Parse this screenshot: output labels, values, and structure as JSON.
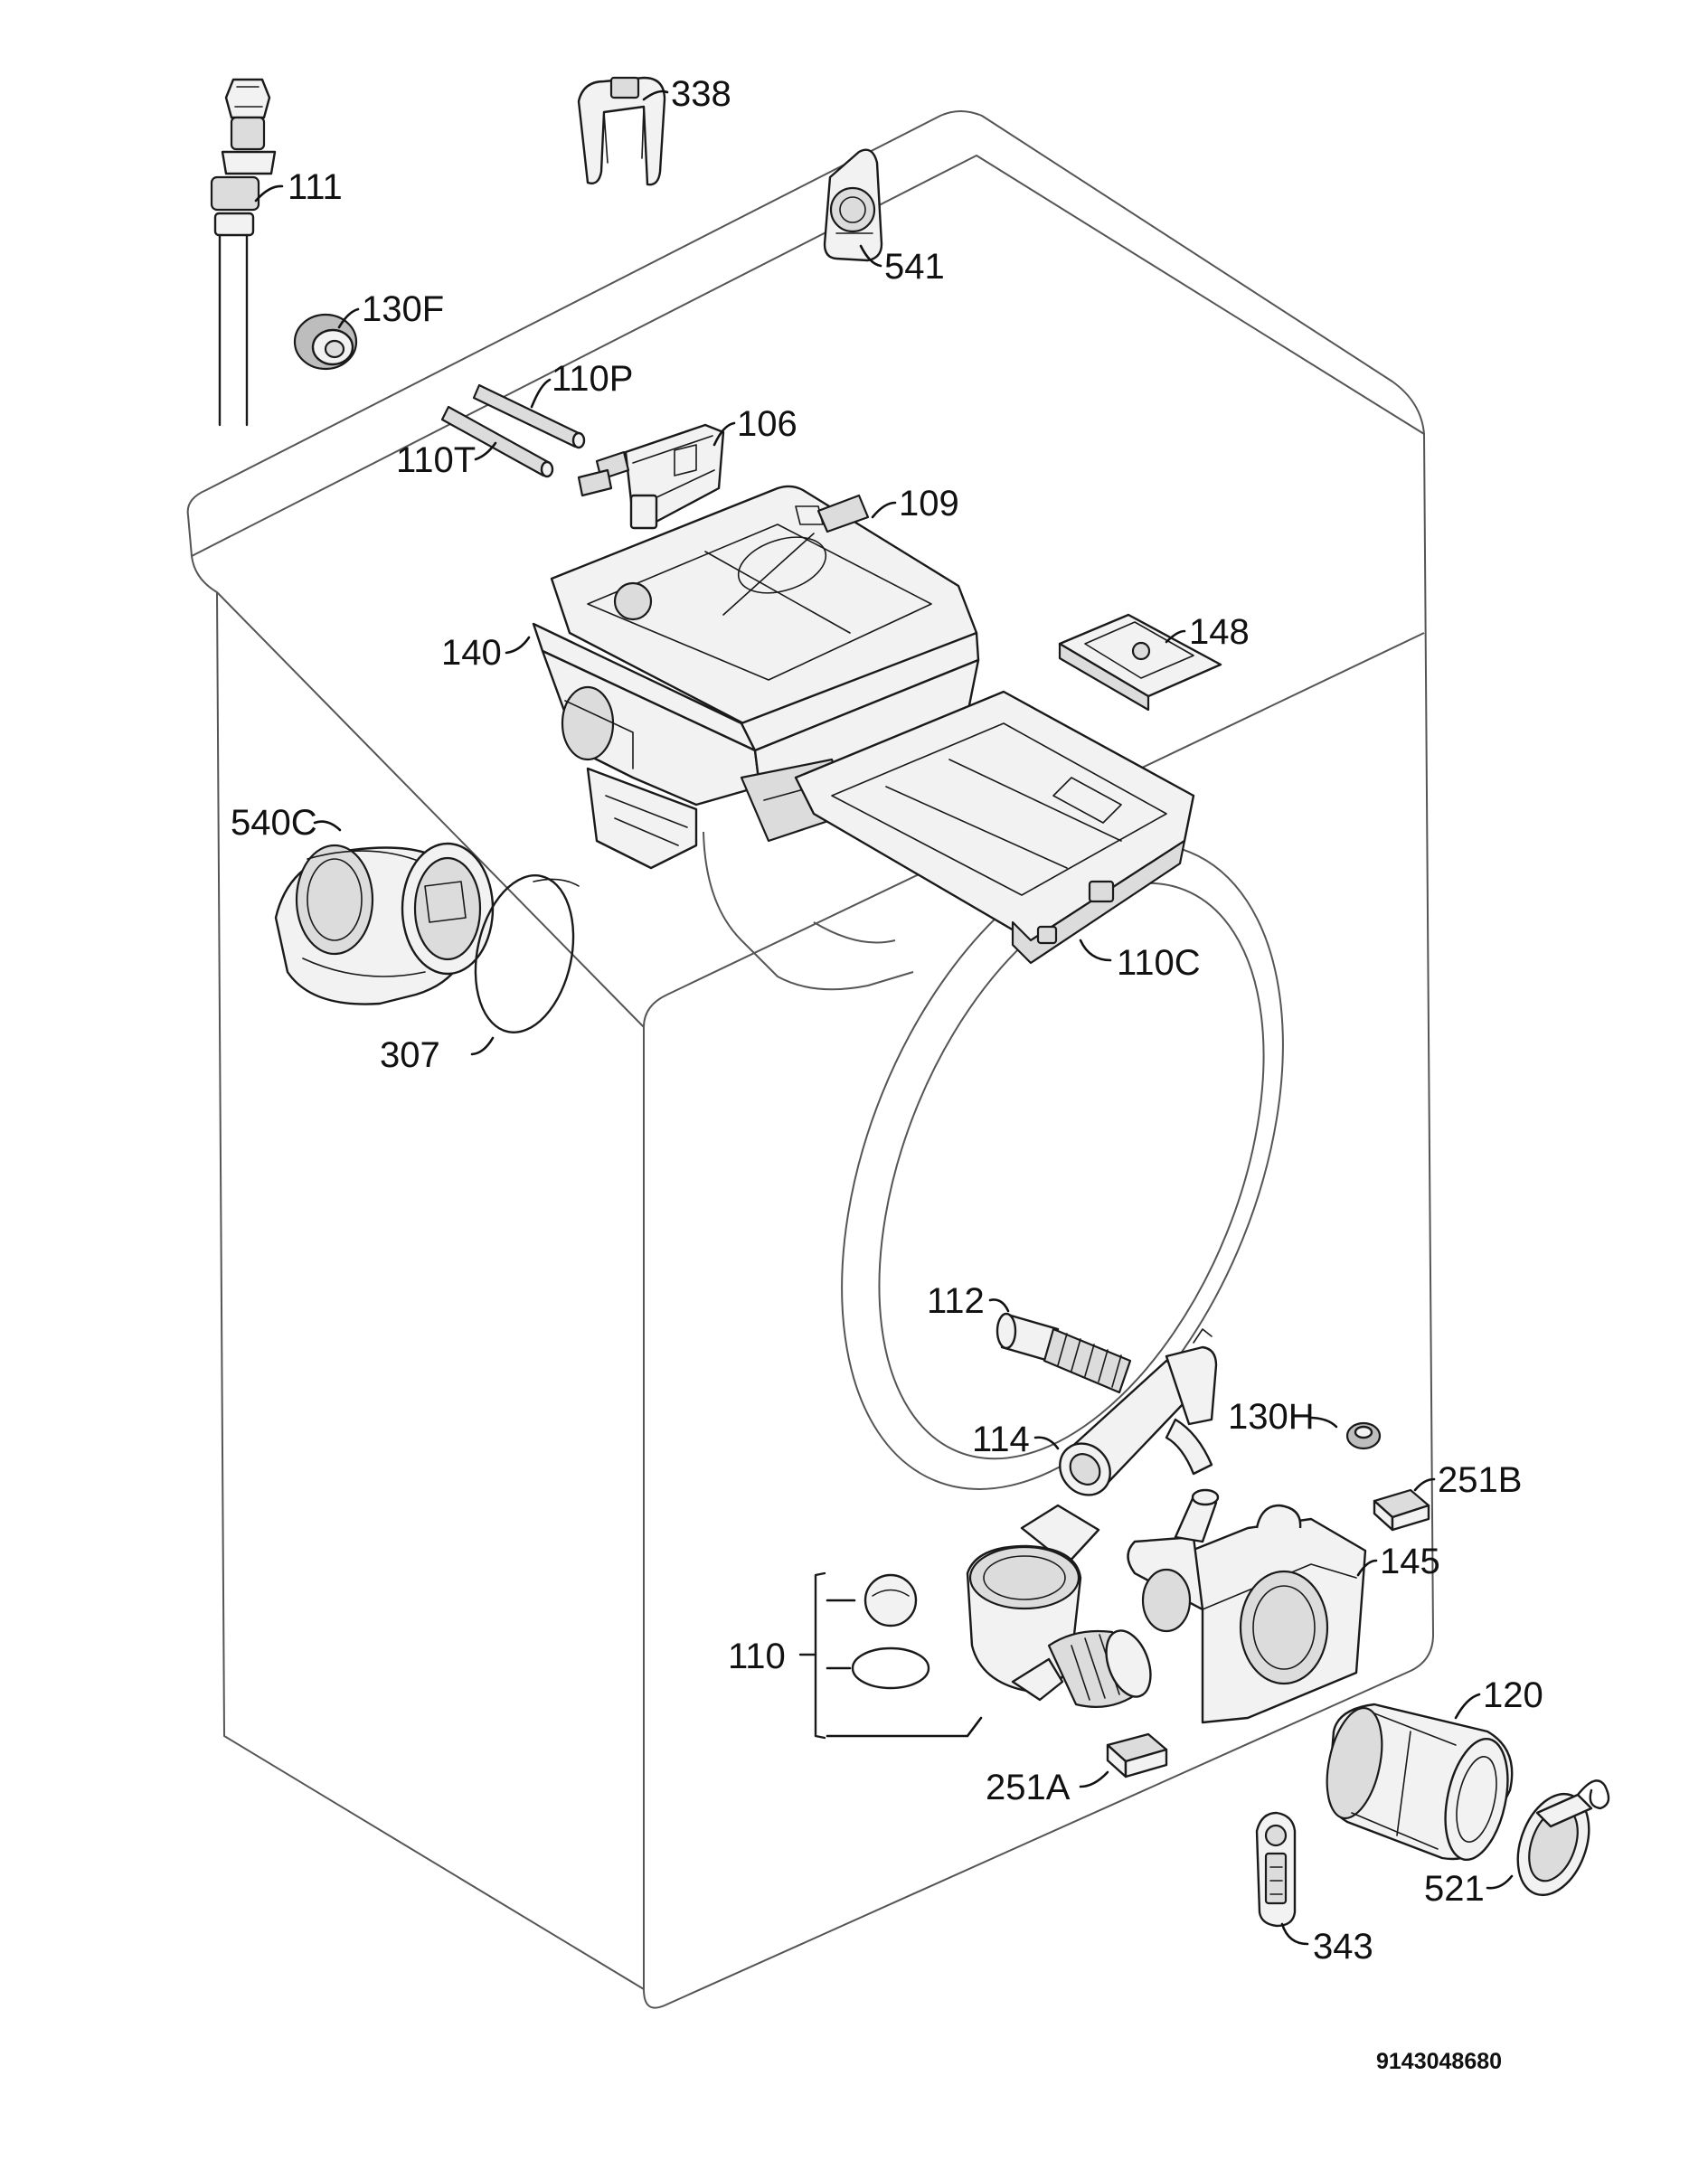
{
  "diagram": {
    "drawing_number": "9143048680",
    "parts": [
      {
        "key": "p111",
        "label": "111"
      },
      {
        "key": "p338",
        "label": "338"
      },
      {
        "key": "p541",
        "label": "541"
      },
      {
        "key": "p130F",
        "label": "130F"
      },
      {
        "key": "p110P",
        "label": "110P"
      },
      {
        "key": "p110T",
        "label": "110T"
      },
      {
        "key": "p106",
        "label": "106"
      },
      {
        "key": "p109",
        "label": "109"
      },
      {
        "key": "p140",
        "label": "140"
      },
      {
        "key": "p148",
        "label": "148"
      },
      {
        "key": "p110C",
        "label": "110C"
      },
      {
        "key": "p540C",
        "label": "540C"
      },
      {
        "key": "p307",
        "label": "307"
      },
      {
        "key": "p112",
        "label": "112"
      },
      {
        "key": "p114",
        "label": "114"
      },
      {
        "key": "p130H",
        "label": "130H"
      },
      {
        "key": "p251B",
        "label": "251B"
      },
      {
        "key": "p145",
        "label": "145"
      },
      {
        "key": "p110",
        "label": "110"
      },
      {
        "key": "p120",
        "label": "120"
      },
      {
        "key": "p251A",
        "label": "251A"
      },
      {
        "key": "p521",
        "label": "521"
      },
      {
        "key": "p343",
        "label": "343"
      }
    ]
  }
}
